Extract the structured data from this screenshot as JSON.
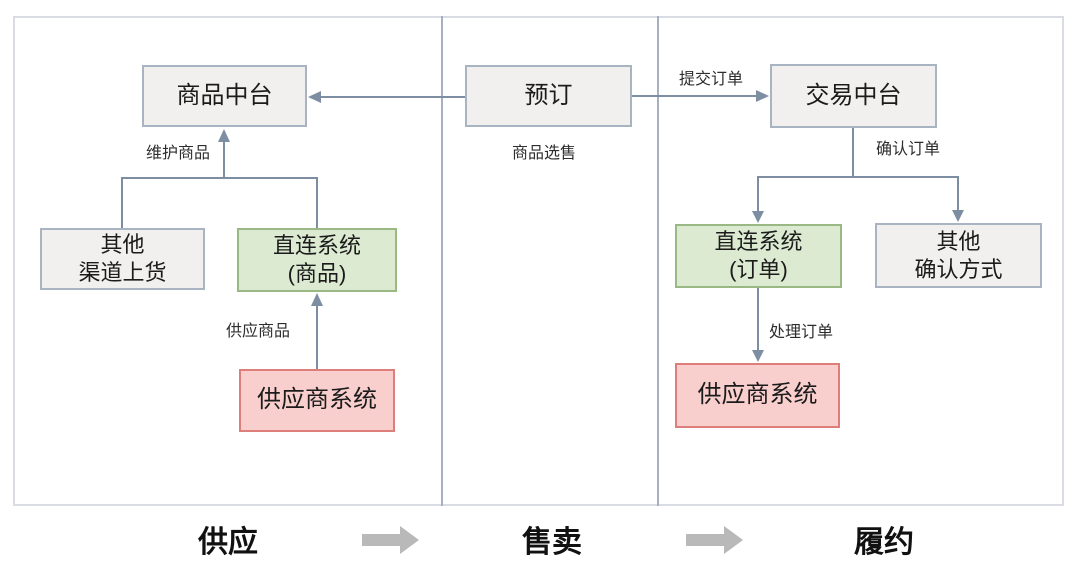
{
  "nodes": {
    "product_platform": {
      "label": "商品中台"
    },
    "booking": {
      "label": "预订"
    },
    "trade_platform": {
      "label": "交易中台"
    },
    "other_channels": {
      "line1": "其他",
      "line2": "渠道上货"
    },
    "direct_product": {
      "line1": "直连系统",
      "line2": "(商品)"
    },
    "supplier_supply": {
      "label": "供应商系统"
    },
    "direct_order": {
      "line1": "直连系统",
      "line2": "(订单)"
    },
    "other_confirm": {
      "line1": "其他",
      "line2": "确认方式"
    },
    "supplier_fulfill": {
      "label": "供应商系统"
    }
  },
  "edge_labels": {
    "maintain_product": "维护商品",
    "select_sell": "商品选售",
    "submit_order": "提交订单",
    "confirm_order": "确认订单",
    "supply_product": "供应商品",
    "process_order": "处理订单"
  },
  "stages": {
    "supply": "供应",
    "sell": "售卖",
    "fulfill": "履约"
  },
  "colors": {
    "gray_fill": "#f2f0ef",
    "gray_border": "#a9b4c3",
    "green_fill": "#dcead2",
    "green_border": "#9ab883",
    "red_fill": "#f9cfce",
    "red_border": "#dd7e7b",
    "connector": "#7d8ea3",
    "lane_divider": "#a6b0bf",
    "frame_border": "#d9dde3",
    "stage_arrow": "#b9b9b9"
  }
}
